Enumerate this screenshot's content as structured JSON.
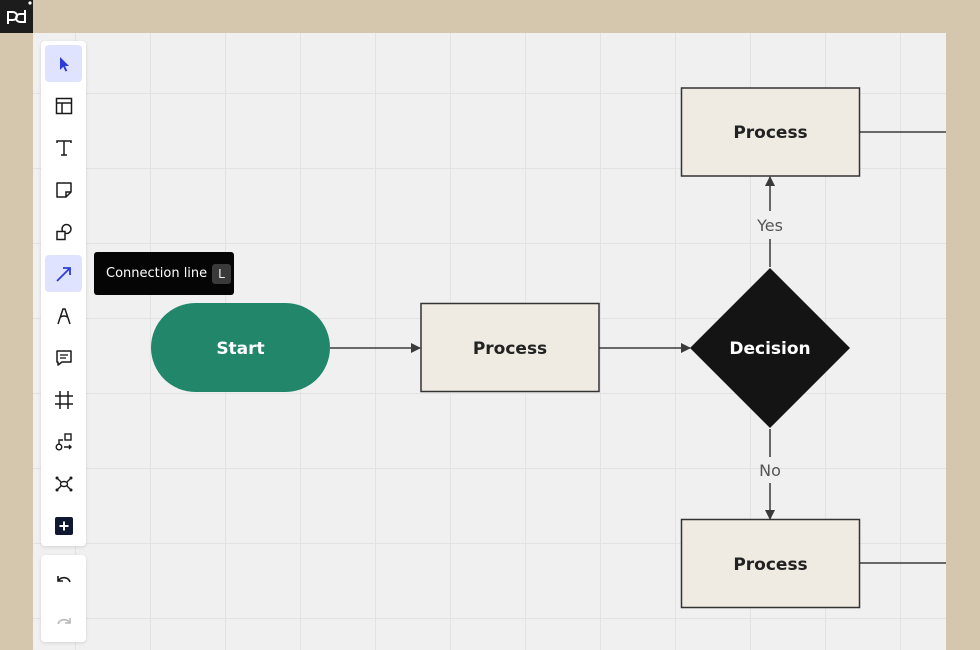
{
  "app": {
    "logo_icon": "pd-logo-icon",
    "logo_text": "pd"
  },
  "toolbar": {
    "tools": [
      {
        "id": "select",
        "icon": "cursor-arrow-icon",
        "active": false,
        "highlighted": true
      },
      {
        "id": "template",
        "icon": "layout-template-icon"
      },
      {
        "id": "text",
        "icon": "text-t-icon"
      },
      {
        "id": "sticky",
        "icon": "sticky-note-icon"
      },
      {
        "id": "shapes",
        "icon": "shapes-icon"
      },
      {
        "id": "connection",
        "icon": "connection-arrow-icon",
        "active": true
      },
      {
        "id": "pen",
        "icon": "pen-icon"
      },
      {
        "id": "comment",
        "icon": "comment-icon"
      },
      {
        "id": "frame",
        "icon": "frame-icon"
      },
      {
        "id": "diagram",
        "icon": "diagram-flow-icon"
      },
      {
        "id": "mindmap",
        "icon": "mindmap-icon"
      },
      {
        "id": "more",
        "icon": "plus-square-icon"
      }
    ],
    "history": [
      {
        "id": "undo",
        "icon": "undo-icon",
        "enabled": true
      },
      {
        "id": "redo",
        "icon": "redo-icon",
        "enabled": false
      }
    ]
  },
  "tooltip": {
    "label": "Connection line",
    "shortcut": "L"
  },
  "flowchart": {
    "nodes": {
      "start": "Start",
      "process_main": "Process",
      "decision": "Decision",
      "process_top": "Process",
      "process_bottom": "Process"
    },
    "edges": {
      "yes": "Yes",
      "no": "No"
    }
  },
  "colors": {
    "start_fill": "#21866a",
    "process_fill": "#efebe3",
    "decision_fill": "#141414",
    "active_tool": "#dfe3ff",
    "accent": "#2d3bd6"
  }
}
